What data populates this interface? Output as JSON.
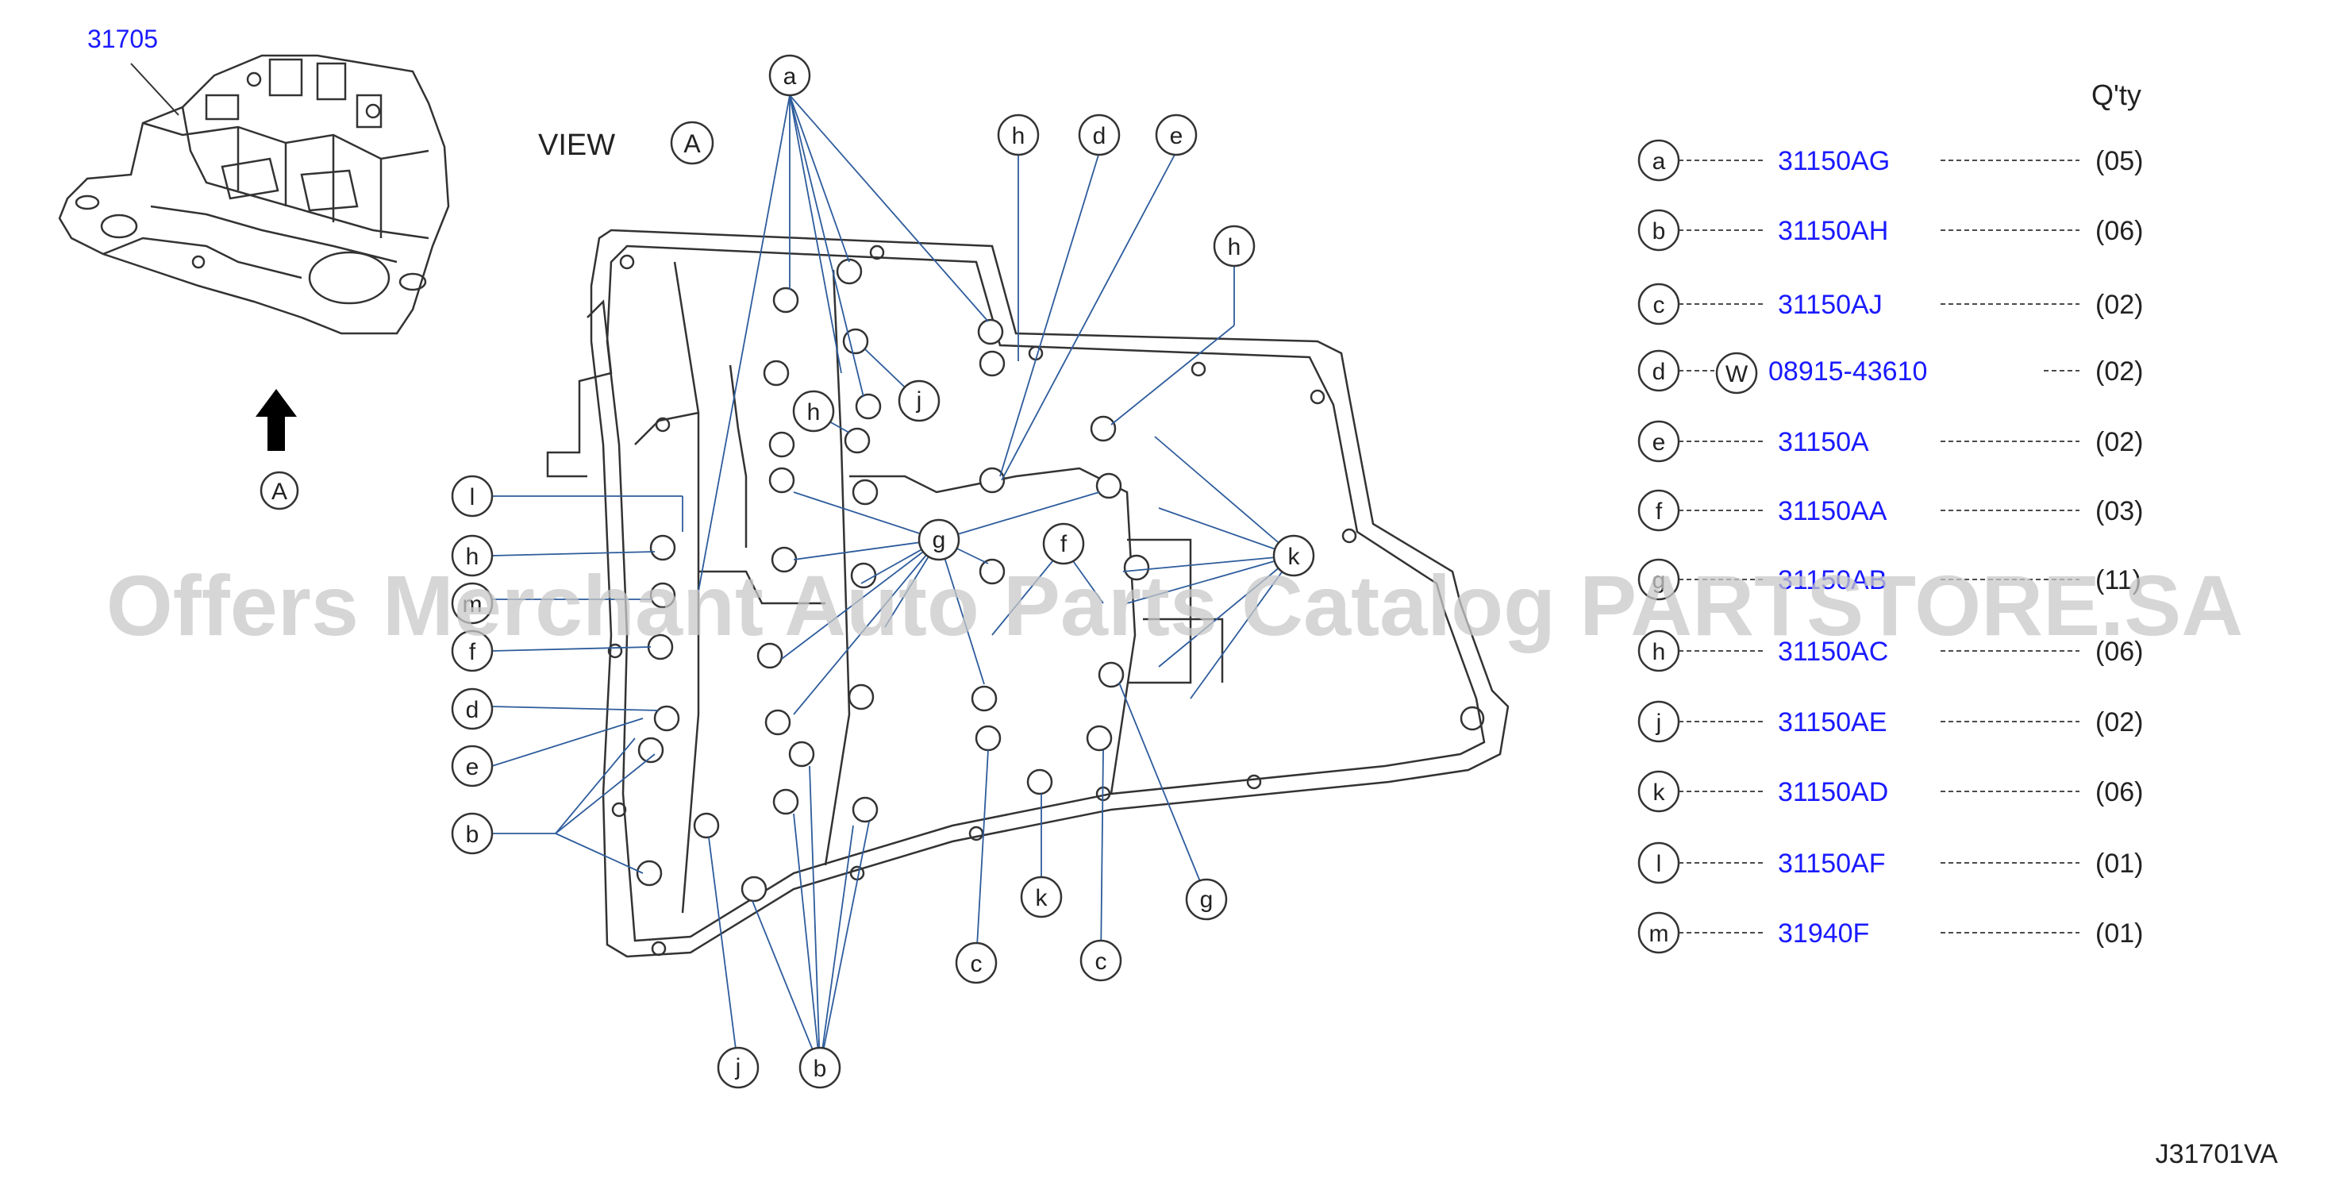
{
  "assembly_part": "31705",
  "view_title": "VIEW",
  "view_ref": "A",
  "qty_header": "Q'ty",
  "diagram_code": "J31701VA",
  "watermark": "Offers Merchant Auto Parts Catalog PARTSTORE.SA",
  "washer_symbol": "W",
  "colors": {
    "part_link": "#1a1aff",
    "leader": "#2d5c9c",
    "outline": "#333333",
    "watermark": "#c8c8c8"
  },
  "parts": [
    {
      "letter": "a",
      "part": "31150AG",
      "qty": "(05)"
    },
    {
      "letter": "b",
      "part": "31150AH",
      "qty": "(06)"
    },
    {
      "letter": "c",
      "part": "31150AJ",
      "qty": "(02)"
    },
    {
      "letter": "d",
      "part": "08915-43610",
      "qty": "(02)"
    },
    {
      "letter": "e",
      "part": "31150A",
      "qty": "(02)"
    },
    {
      "letter": "f",
      "part": "31150AA",
      "qty": "(03)"
    },
    {
      "letter": "g",
      "part": "31150AB",
      "qty": "(11)"
    },
    {
      "letter": "h",
      "part": "31150AC",
      "qty": "(06)"
    },
    {
      "letter": "j",
      "part": "31150AE",
      "qty": "(02)"
    },
    {
      "letter": "k",
      "part": "31150AD",
      "qty": "(06)"
    },
    {
      "letter": "l",
      "part": "31150AF",
      "qty": "(01)"
    },
    {
      "letter": "m",
      "part": "31940F",
      "qty": "(01)"
    }
  ],
  "callouts": {
    "a": "a",
    "b": "b",
    "c": "c",
    "d": "d",
    "e": "e",
    "f": "f",
    "g": "g",
    "h": "h",
    "j": "j",
    "k": "k",
    "l": "l",
    "m": "m"
  }
}
